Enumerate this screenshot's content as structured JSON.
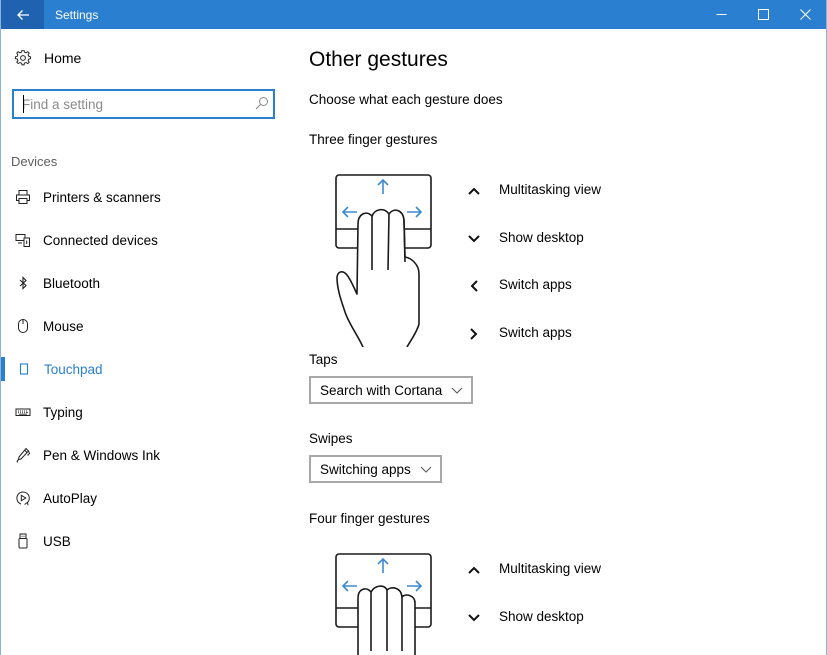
{
  "window": {
    "title": "Settings",
    "controls": {
      "minimize": "minimize",
      "maximize": "maximize",
      "close": "close"
    }
  },
  "colors": {
    "accent": "#2b7fd0",
    "titlebar": "#2b7fd0",
    "back_button_bg": "#1f63b0",
    "text": "#000000",
    "muted": "#5d5d5d"
  },
  "sidebar": {
    "home_label": "Home",
    "search": {
      "placeholder": "Find a setting",
      "value": ""
    },
    "section_label": "Devices",
    "items": [
      {
        "label": "Printers & scanners",
        "icon": "printer-icon",
        "active": false
      },
      {
        "label": "Connected devices",
        "icon": "connected-devices-icon",
        "active": false
      },
      {
        "label": "Bluetooth",
        "icon": "bluetooth-icon",
        "active": false
      },
      {
        "label": "Mouse",
        "icon": "mouse-icon",
        "active": false
      },
      {
        "label": "Touchpad",
        "icon": "touchpad-icon",
        "active": true
      },
      {
        "label": "Typing",
        "icon": "keyboard-icon",
        "active": false
      },
      {
        "label": "Pen & Windows Ink",
        "icon": "pen-icon",
        "active": false
      },
      {
        "label": "AutoPlay",
        "icon": "autoplay-icon",
        "active": false
      },
      {
        "label": "USB",
        "icon": "usb-icon",
        "active": false
      }
    ]
  },
  "main": {
    "title": "Other gestures",
    "subtitle": "Choose what each gesture does",
    "three_finger": {
      "heading": "Three finger gestures",
      "gestures": [
        {
          "direction": "up",
          "label": "Multitasking view"
        },
        {
          "direction": "down",
          "label": "Show desktop"
        },
        {
          "direction": "left",
          "label": "Switch apps"
        },
        {
          "direction": "right",
          "label": "Switch apps"
        }
      ],
      "taps": {
        "label": "Taps",
        "value": "Search with Cortana"
      },
      "swipes": {
        "label": "Swipes",
        "value": "Switching apps"
      }
    },
    "four_finger": {
      "heading": "Four finger gestures",
      "gestures": [
        {
          "direction": "up",
          "label": "Multitasking view"
        },
        {
          "direction": "down",
          "label": "Show desktop"
        }
      ]
    }
  }
}
